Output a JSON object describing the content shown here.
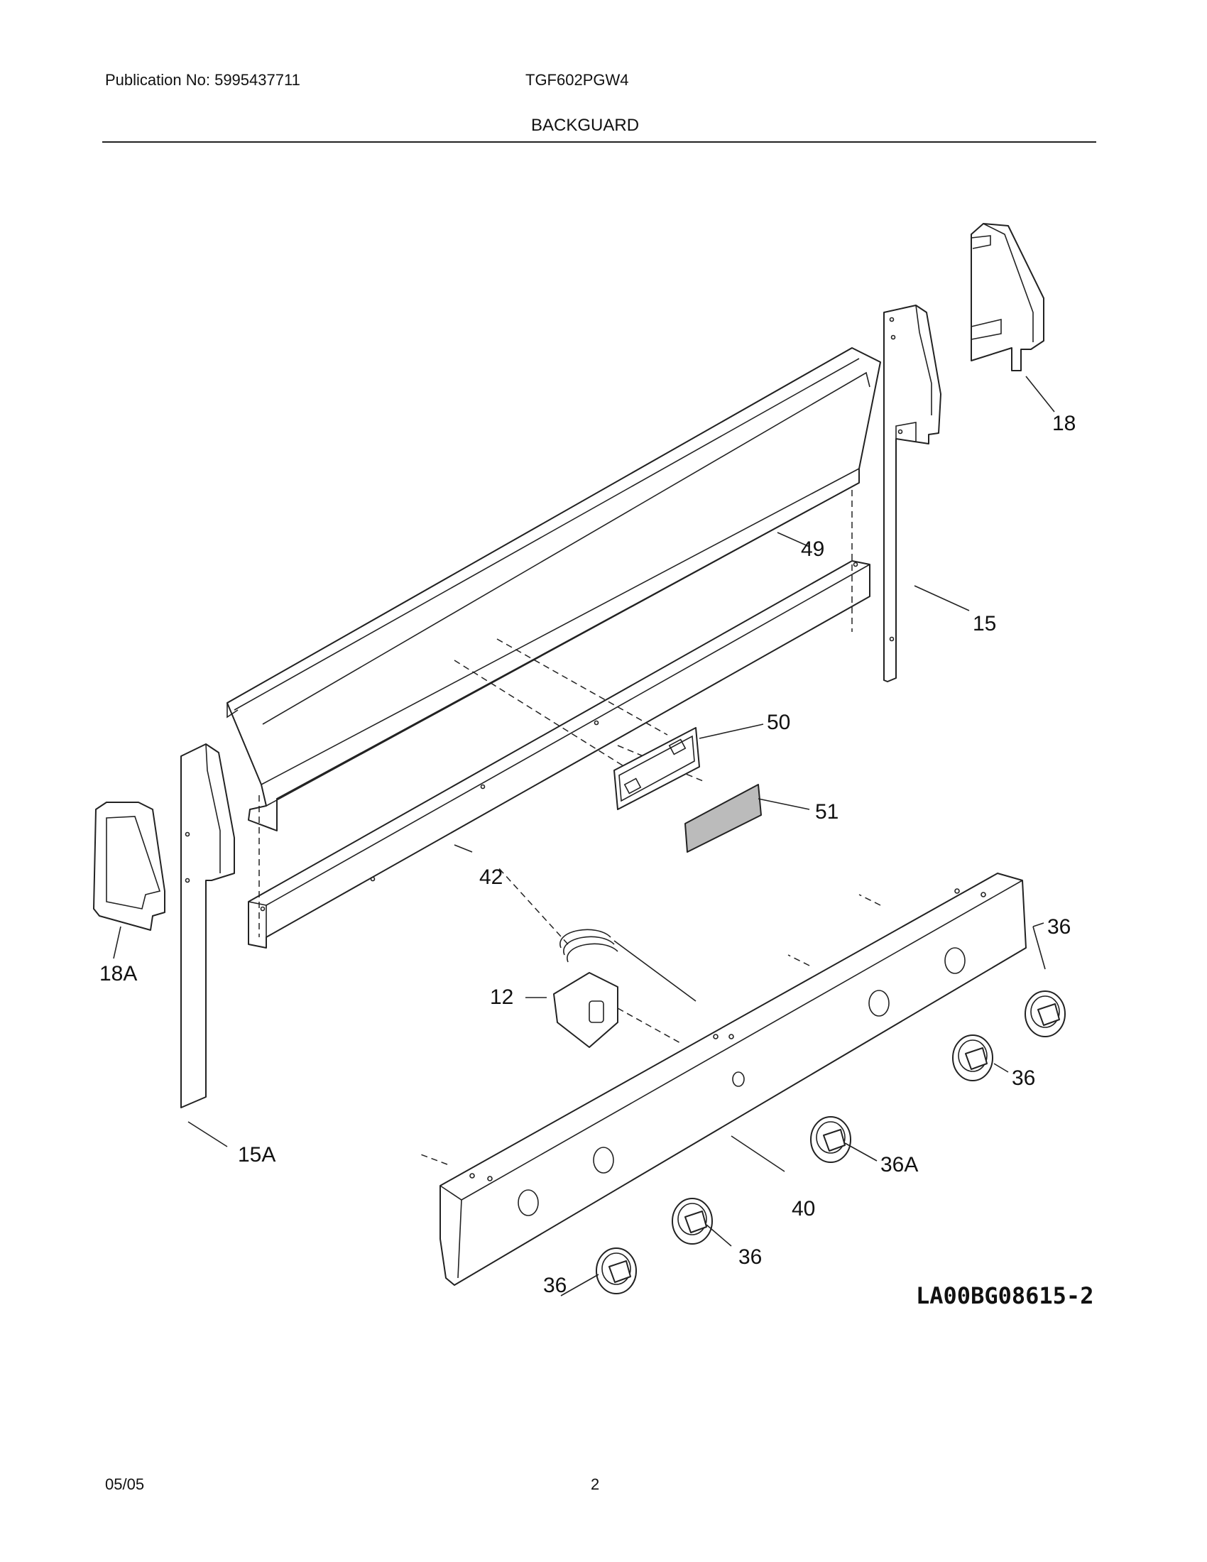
{
  "header": {
    "publication": "Publication No: 5995437711",
    "model": "TGF602PGW4",
    "section": "BACKGUARD"
  },
  "callouts": {
    "c18": "18",
    "c49": "49",
    "c15": "15",
    "c50": "50",
    "c51": "51",
    "c42": "42",
    "c18a": "18A",
    "c36_top": "36",
    "c12": "12",
    "c36_right": "36",
    "c15a": "15A",
    "c36a": "36A",
    "c40": "40",
    "c36_mid": "36",
    "c36_bottom": "36"
  },
  "diagram_code": "LA00BG08615-2",
  "footer": {
    "date": "05/05",
    "page": "2"
  }
}
